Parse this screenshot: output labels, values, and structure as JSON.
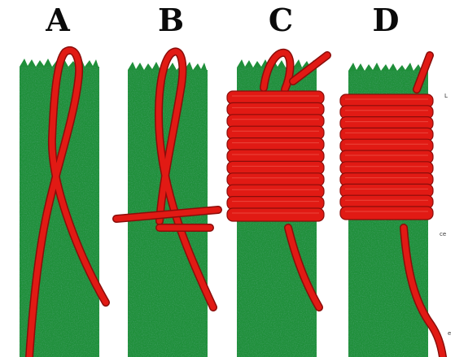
{
  "steps": [
    {
      "label": "A",
      "panel": "step-a"
    },
    {
      "label": "B",
      "panel": "step-b"
    },
    {
      "label": "C",
      "panel": "step-c"
    },
    {
      "label": "D",
      "panel": "step-d"
    }
  ],
  "edge_notes": {
    "top": "L",
    "middle": "ce",
    "bottom": "e"
  },
  "colors": {
    "background": "#ffffff",
    "rope": "#e11a14",
    "rope_shadow": "#8a0d0a",
    "rod": "#1f8f3a",
    "rod_speckle": "#0b5a1f",
    "label": "#0a0a0a"
  }
}
